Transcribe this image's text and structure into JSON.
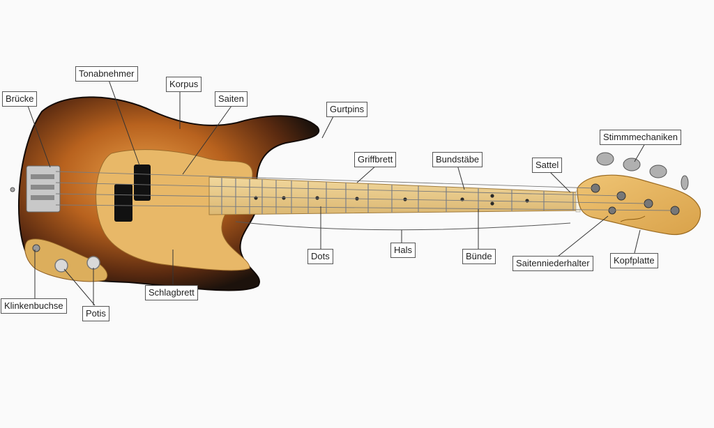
{
  "diagram": {
    "labels": {
      "bruecke": "Brücke",
      "tonabnehmer": "Tonabnehmer",
      "korpus": "Korpus",
      "saiten": "Saiten",
      "gurtpins": "Gurtpins",
      "griffbrett": "Griffbrett",
      "bundstaebe": "Bundstäbe",
      "sattel": "Sattel",
      "stimmmechaniken": "Stimmmechaniken",
      "klinkenbuchse": "Klinkenbuchse",
      "potis": "Potis",
      "schlagbrett": "Schlagbrett",
      "dots": "Dots",
      "hals": "Hals",
      "buende": "Bünde",
      "saitenniederhalter": "Saitenniederhalter",
      "kopfplatte": "Kopfplatte"
    },
    "colors": {
      "body_dark": "#1c120c",
      "body_sunburst": "#a8561c",
      "pickguard": "#e8b868",
      "fretboard": "#e9cc8f",
      "headstock": "#e6b460",
      "leader_line": "#333333"
    }
  }
}
